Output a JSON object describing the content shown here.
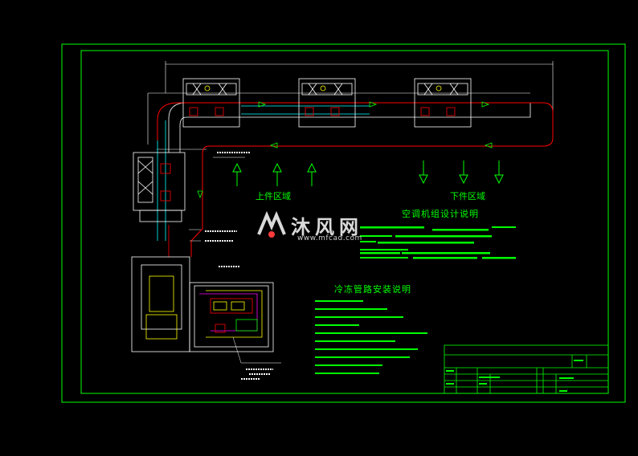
{
  "drawing": {
    "ahu_design_title": "空调机组设计说明",
    "pipe_install_title": "冷冻管路安装说明",
    "zone_upper": "上件区域",
    "zone_lower": "下件区域"
  },
  "watermark": {
    "brand": "沐风网",
    "url": "www.mfcad.com"
  },
  "colors": {
    "background": "#000000",
    "frame": "#00ff00",
    "equipment": "#ffffff",
    "duct_red": "#ff0000",
    "accent_yellow": "#ffff00",
    "accent_magenta": "#ff00ff",
    "accent_cyan": "#00ffff"
  },
  "icons": [
    "arrow-up-icon",
    "arrow-down-icon",
    "fan-x-icon",
    "flow-arrow-icon"
  ]
}
